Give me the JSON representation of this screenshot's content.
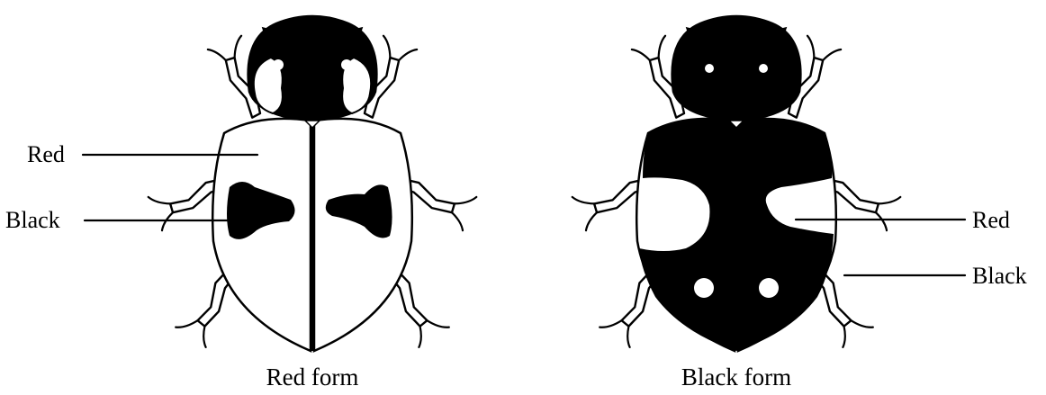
{
  "diagram": {
    "red_form": {
      "caption": "Red form",
      "labels": {
        "top": "Red",
        "bottom": "Black"
      }
    },
    "black_form": {
      "caption": "Black form",
      "labels": {
        "top": "Red",
        "bottom": "Black"
      }
    },
    "colors": {
      "ink": "#000000",
      "paper": "#ffffff"
    }
  }
}
